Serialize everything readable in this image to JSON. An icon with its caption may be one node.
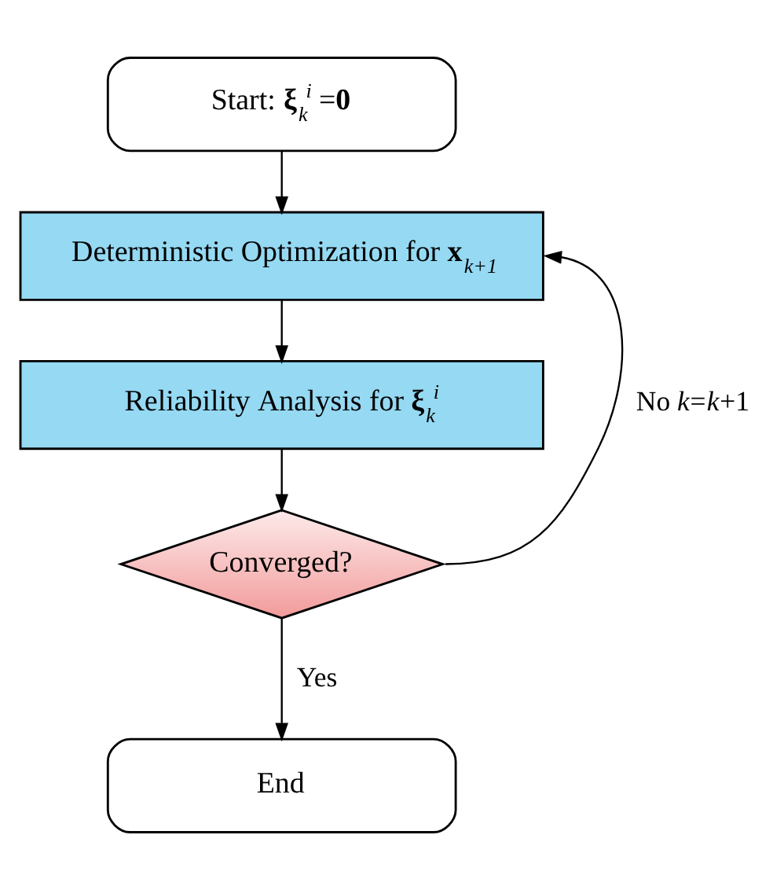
{
  "diagram": {
    "nodes": [
      {
        "text": [
          "Start: **ξ**$_{k}$$^{i}$ =**0**"
        ]
      },
      {
        "text": [
          "Deterministic Optimization for **x**$_{k+1}$"
        ]
      },
      {
        "text": [
          "Reliability Analysis for **ξ**$_{k}$$^{i}$"
        ]
      },
      {
        "text": [
          "Converged?"
        ]
      },
      {
        "text": [
          "End"
        ]
      }
    ],
    "edges": [
      {
        "from": 0,
        "to": 1,
        "arrow": "to"
      },
      {
        "from": 1,
        "to": 2,
        "arrow": "to"
      },
      {
        "from": 2,
        "to": 3,
        "arrow": "to"
      },
      {
        "from": 3,
        "to": 4,
        "arrow": "to",
        "label": "Yes"
      },
      {
        "from": 3,
        "to": 1,
        "arrow": "to",
        "label": "No *k*=*k*+1"
      }
    ]
  }
}
